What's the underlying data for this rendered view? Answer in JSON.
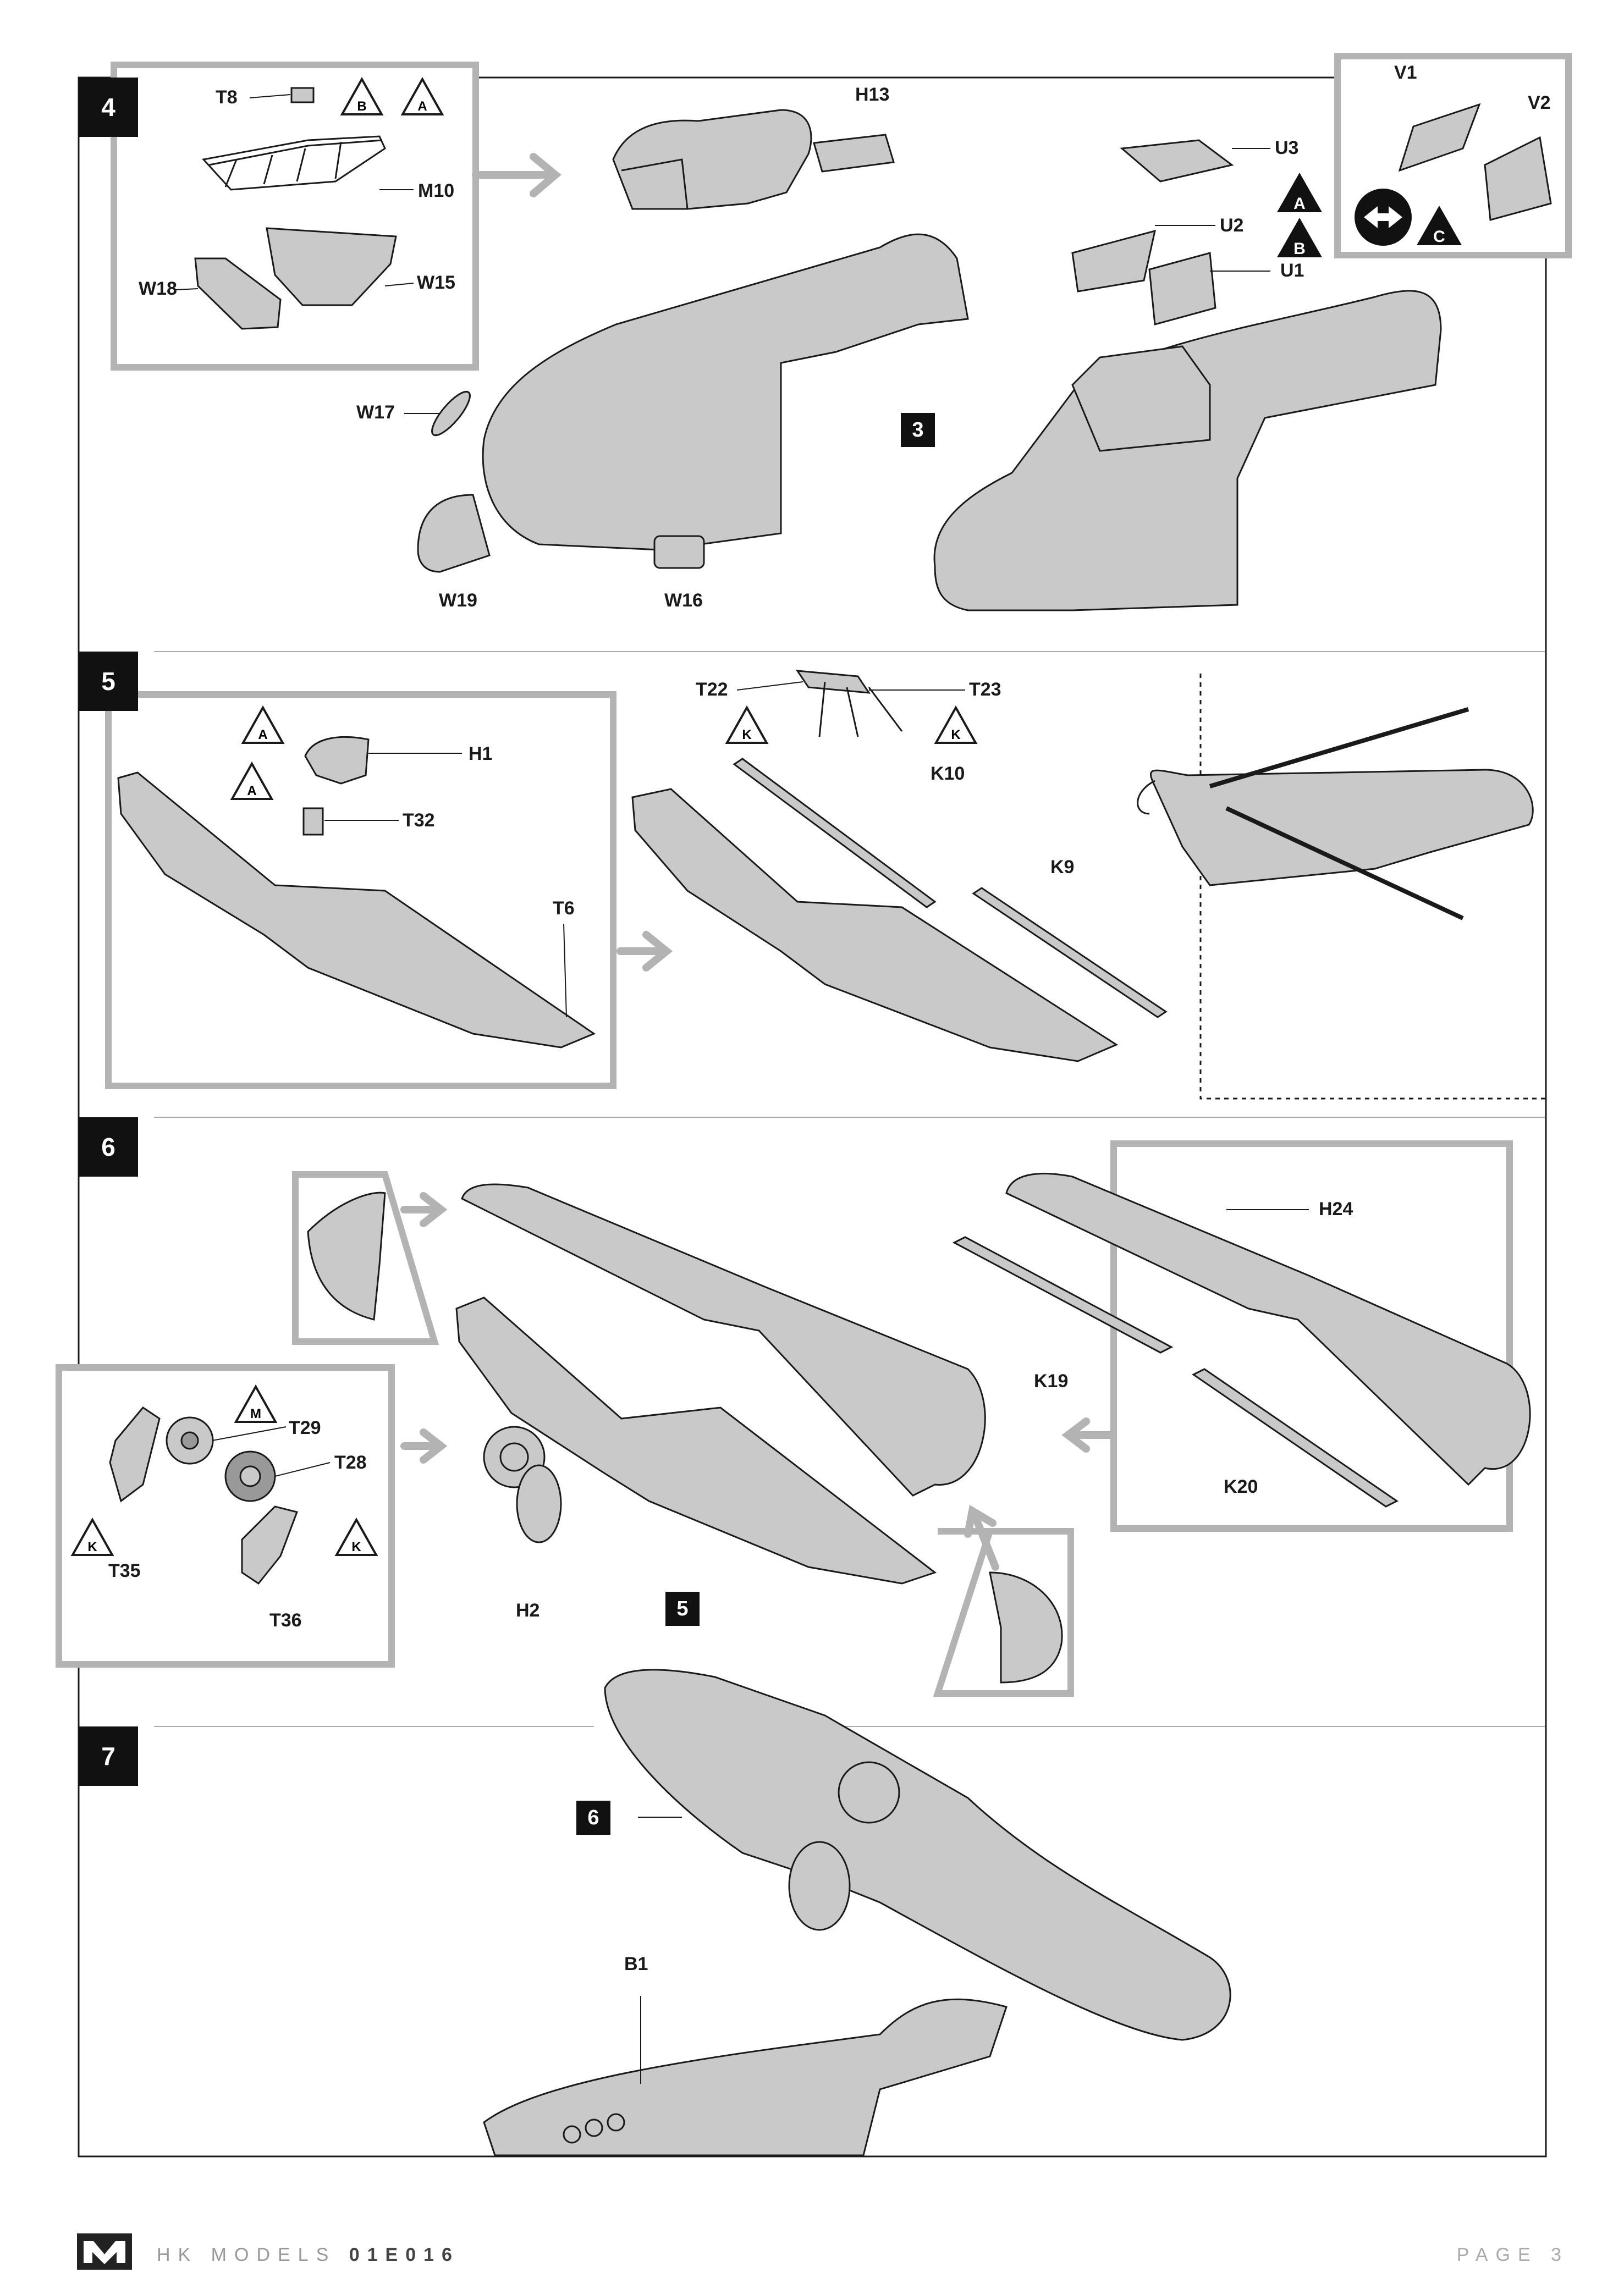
{
  "steps": [
    {
      "number": "4"
    },
    {
      "number": "5"
    },
    {
      "number": "6"
    },
    {
      "number": "7"
    }
  ],
  "sub_refs": [
    "3",
    "5",
    "6"
  ],
  "labels": {
    "s4": [
      "T8",
      "M10",
      "W18",
      "W15",
      "H13",
      "U3",
      "U2",
      "U1",
      "V1",
      "V2",
      "W17",
      "W19",
      "W16"
    ],
    "s5": [
      "H1",
      "T32",
      "T6",
      "T22",
      "T23",
      "K10",
      "K9"
    ],
    "s6": [
      "H24",
      "K19",
      "K20",
      "T29",
      "T28",
      "T35",
      "T36",
      "H2"
    ],
    "s7": [
      "B1"
    ]
  },
  "markers": {
    "A": "A",
    "B": "B",
    "C": "C",
    "K": "K",
    "M": "M"
  },
  "footer": {
    "brand_prefix": "HK MODELS",
    "code": "01E016",
    "page": "PAGE 3"
  },
  "colors": {
    "part_fill": "#c9c9c9",
    "outline": "#1a1a1a",
    "highlight_box": "#b3b3b3",
    "arrow": "#b3b3b3"
  }
}
